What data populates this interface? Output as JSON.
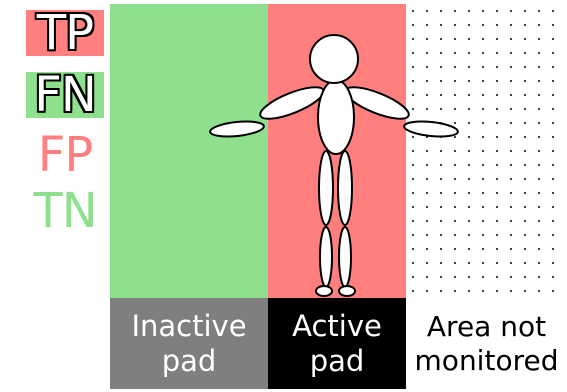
{
  "legend": {
    "tp": "TP",
    "fn": "FN",
    "fp": "FP",
    "tn": "TN"
  },
  "pads": {
    "inactive_label": "Inactive\npad",
    "active_label": "Active\npad",
    "unmonitored_label": "Area not\nmonitored"
  },
  "colors": {
    "positive": "#ff7f7f",
    "negative": "#8ee08e",
    "inactive_pad": "#7f7f7f",
    "active_pad": "#000000"
  },
  "icons": {
    "person": "stick-figure-person-icon"
  }
}
